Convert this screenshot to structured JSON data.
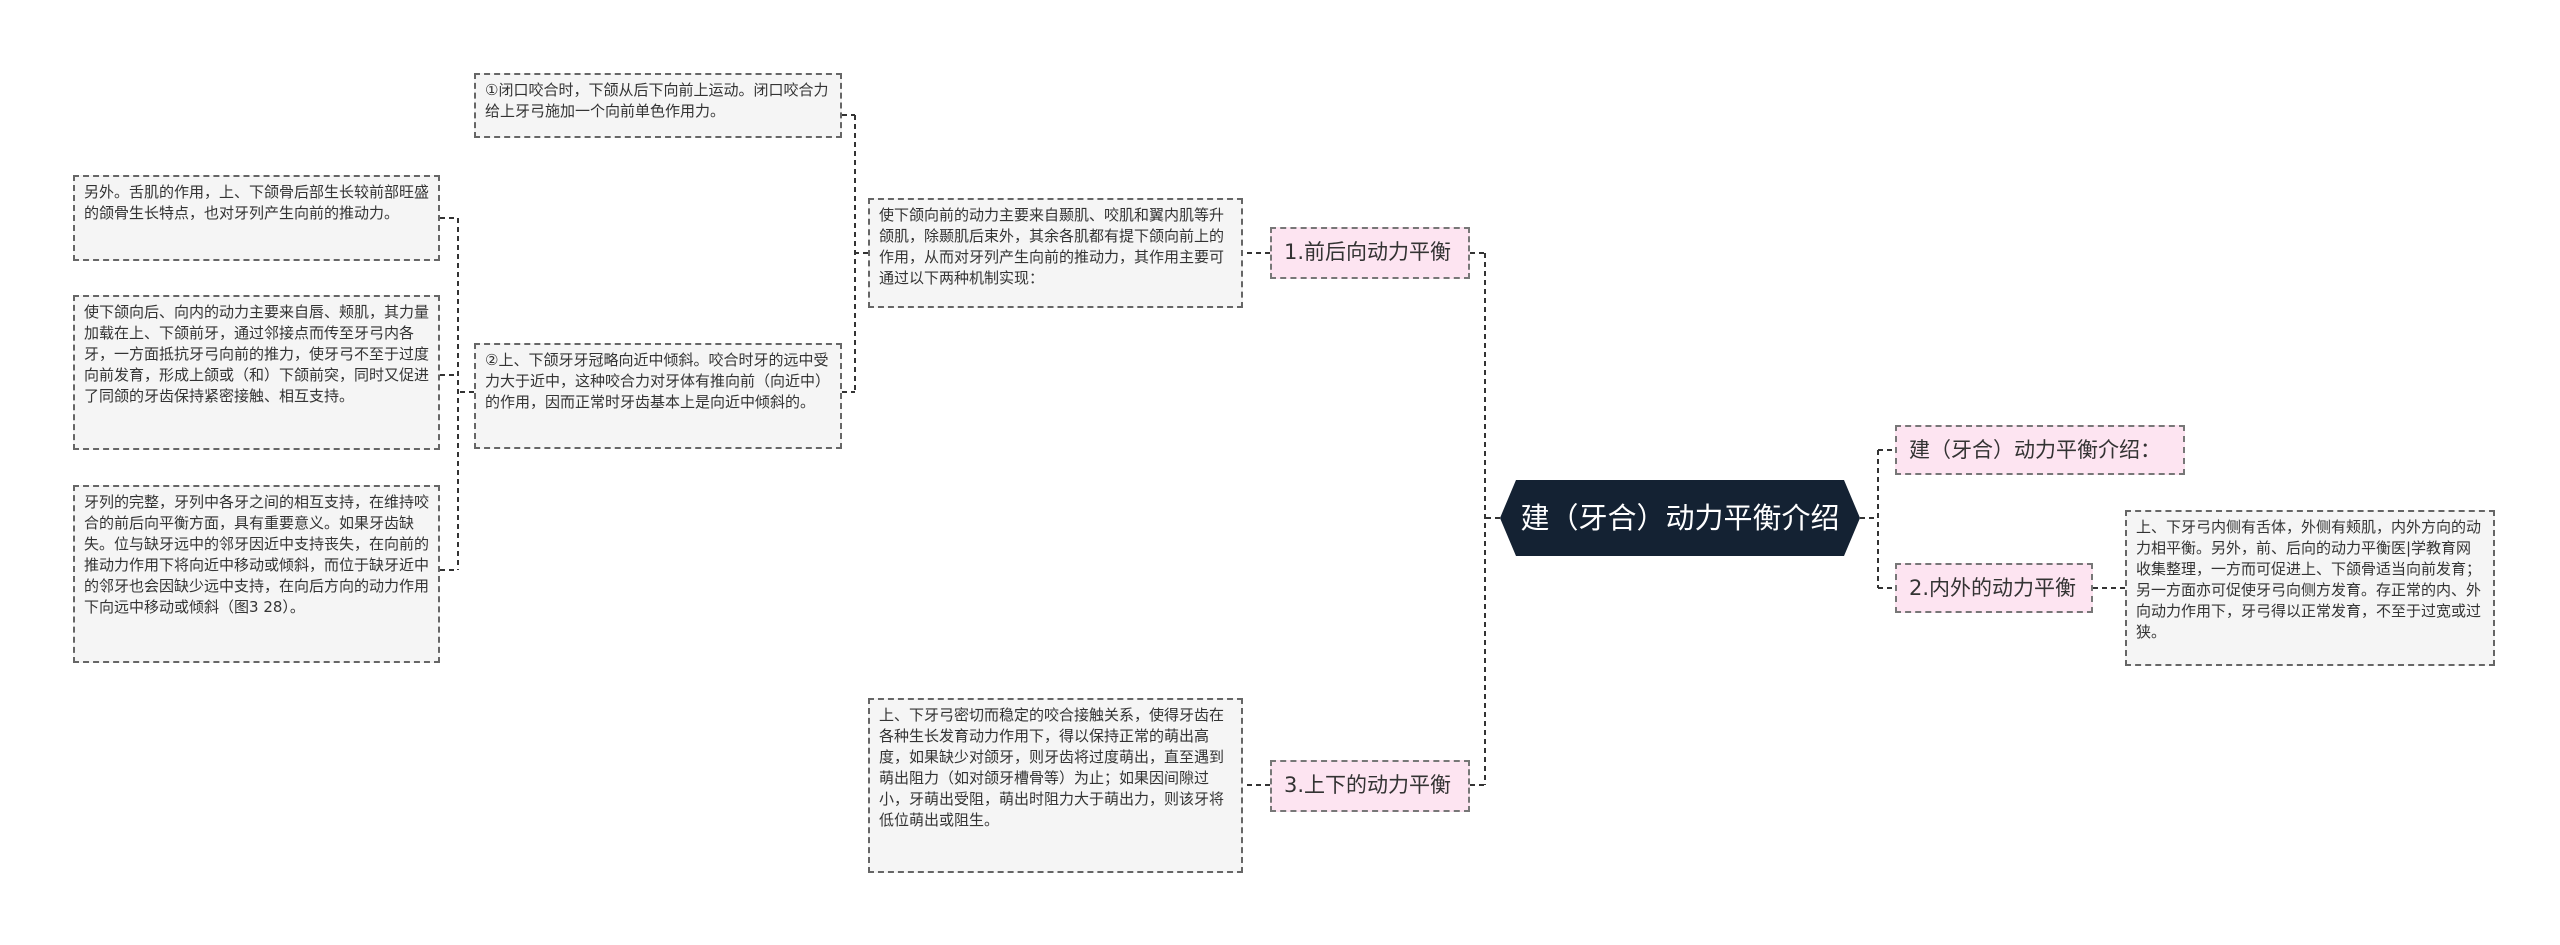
{
  "root": {
    "title": "建（牙合）动力平衡介绍"
  },
  "branches": {
    "intro": {
      "label": "建（牙合）动力平衡介绍："
    },
    "front_back": {
      "label": "1.前后向动力平衡",
      "desc": "使下颌向前的动力主要来自颞肌、咬肌和翼内肌等升颌肌，除颞肌后束外，其余各肌都有提下颌向前上的作用，从而对牙列产生向前的推动力，其作用主要可通过以下两种机制实现：",
      "mech1": "①闭口咬合时，下颌从后下向前上运动。闭口咬合力给上牙弓施加一个向前单色作用力。",
      "mech2": "②上、下颌牙牙冠略向近中倾斜。咬合时牙的远中受力大于近中，这种咬合力对牙体有推向前（向近中）的作用，因而正常时牙齿基本上是向近中倾斜的。",
      "extra1": "另外。舌肌的作用，上、下颌骨后部生长较前部旺盛的颌骨生长特点，也对牙列产生向前的推动力。",
      "extra2": "使下颌向后、向内的动力主要来自唇、颊肌，其力量加载在上、下颌前牙，通过邻接点而传至牙弓内各牙，一方面抵抗牙弓向前的推力，使牙弓不至于过度向前发育，形成上颌或（和）下颌前突，同时又促进了同颌的牙齿保持紧密接触、相互支持。",
      "extra3": "牙列的完整，牙列中各牙之间的相互支持，在维持咬合的前后向平衡方面，具有重要意义。如果牙齿缺失。位与缺牙远中的邻牙因近中支持丧失，在向前的推动力作用下将向近中移动或倾斜，而位于缺牙近中的邻牙也会因缺少远中支持，在向后方向的动力作用下向远中移动或倾斜（图3 28）。"
    },
    "inner_outer": {
      "label": "2.内外的动力平衡",
      "desc": "上、下牙弓内侧有舌体，外侧有颊肌，内外方向的动力相平衡。另外，前、后向的动力平衡医|学教育网收集整理，一方而可促进上、下颌骨适当向前发育；另一方面亦可促使牙弓向侧方发育。存正常的内、外向动力作用下，牙弓得以正常发育，不至于过宽或过狭。"
    },
    "up_down": {
      "label": "3.上下的动力平衡",
      "desc": "上、下牙弓密切而稳定的咬合接触关系，使得牙齿在各种生长发育动力作用下，得以保持正常的萌出高度，如果缺少对颌牙，则牙齿将过度萌出，直至遇到萌出阻力（如对颌牙槽骨等）为止；如果因间隙过小，牙萌出受阻，萌出时阻力大于萌出力，则该牙将低位萌出或阻生。"
    }
  },
  "colors": {
    "root_bg": "#142233",
    "branch_bg": "#fde4f1",
    "leaf_bg": "#f5f5f5",
    "connector": "#333333"
  }
}
